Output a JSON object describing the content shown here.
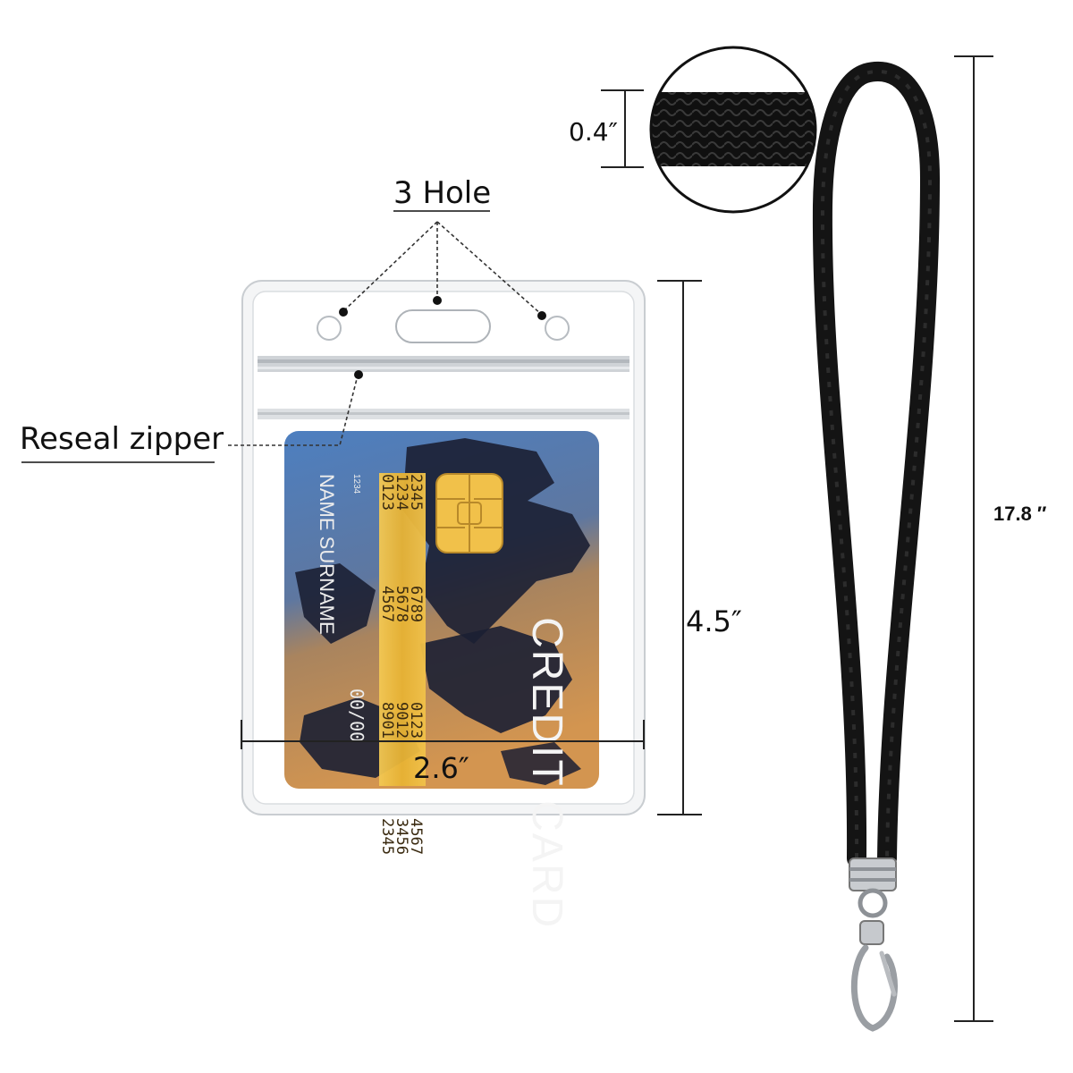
{
  "labels": {
    "holes": "3 Hole",
    "zipper": "Reseal zipper",
    "width": "2.6″",
    "height": "4.5″",
    "strap_width": "0.4″",
    "lanyard_length": "17.8  ″"
  },
  "card": {
    "brand": "CREDIT CARD",
    "name": "NAME  SURNAME",
    "small_number": "1234",
    "expiry": "00/00",
    "number_groups": [
      [
        "0123",
        "1234",
        "2345"
      ],
      [
        "4567",
        "5678",
        "6789"
      ],
      [
        "8901",
        "9012",
        "0123"
      ],
      [
        "2345",
        "3456",
        "4567"
      ]
    ]
  },
  "colors": {
    "card_blue": "#3f6fb0",
    "card_orange": "#c88a4a",
    "map": "#1b1f33",
    "chip_gold": "#e9b93a",
    "lanyard": "#151515",
    "dimension_line": "#222222"
  },
  "icons": {
    "clip": "swivel-clip-icon",
    "chip": "card-chip-icon"
  }
}
